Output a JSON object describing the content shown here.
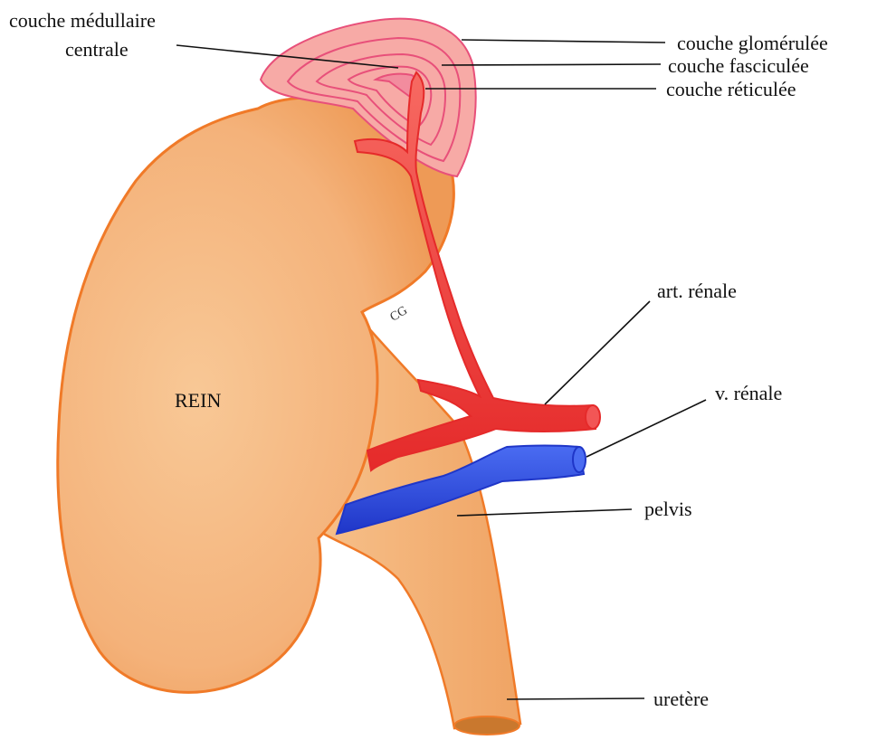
{
  "labels": {
    "medullary_line1": "couche médullaire",
    "medullary_line2": "centrale",
    "glomerulosa": "couche glomérulée",
    "fasciculata": "couche fasciculée",
    "reticularis": "couche réticulée",
    "kidney": "REIN",
    "renal_artery": "art. rénale",
    "renal_vein": "v. rénale",
    "pelvis": "pelvis",
    "ureter": "uretère",
    "small_mark": "CG"
  },
  "colors": {
    "kidney_fill": "#f4b57e",
    "kidney_outline": "#f07a28",
    "adrenal_fill": "#f6a6a3",
    "adrenal_line": "#e8507a",
    "artery": "#ee3a3a",
    "vein": "#2f4fe0"
  }
}
